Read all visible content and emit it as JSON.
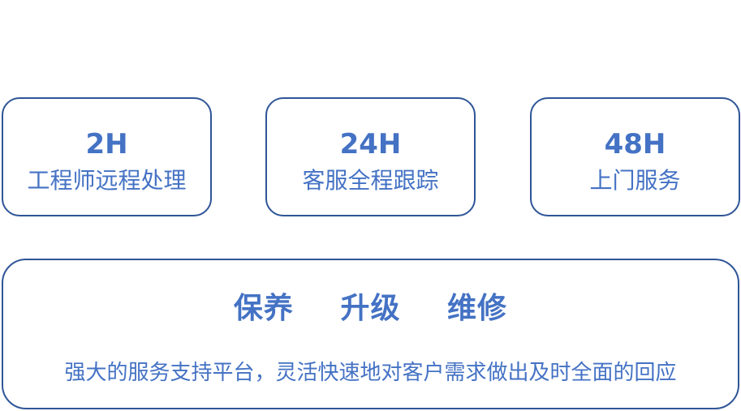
{
  "cards": [
    {
      "headline": "2H",
      "subline": "工程师远程处理"
    },
    {
      "headline": "24H",
      "subline": "客服全程跟踪"
    },
    {
      "headline": "48H",
      "subline": "上门服务"
    }
  ],
  "services": {
    "items": [
      "保养",
      "升级",
      "维修"
    ],
    "slogan": "强大的服务支持平台，灵活快速地对客户需求做出及时全面的回应"
  },
  "colors": {
    "text": "#4472c4",
    "border": "#2f5597",
    "background": "#ffffff"
  }
}
